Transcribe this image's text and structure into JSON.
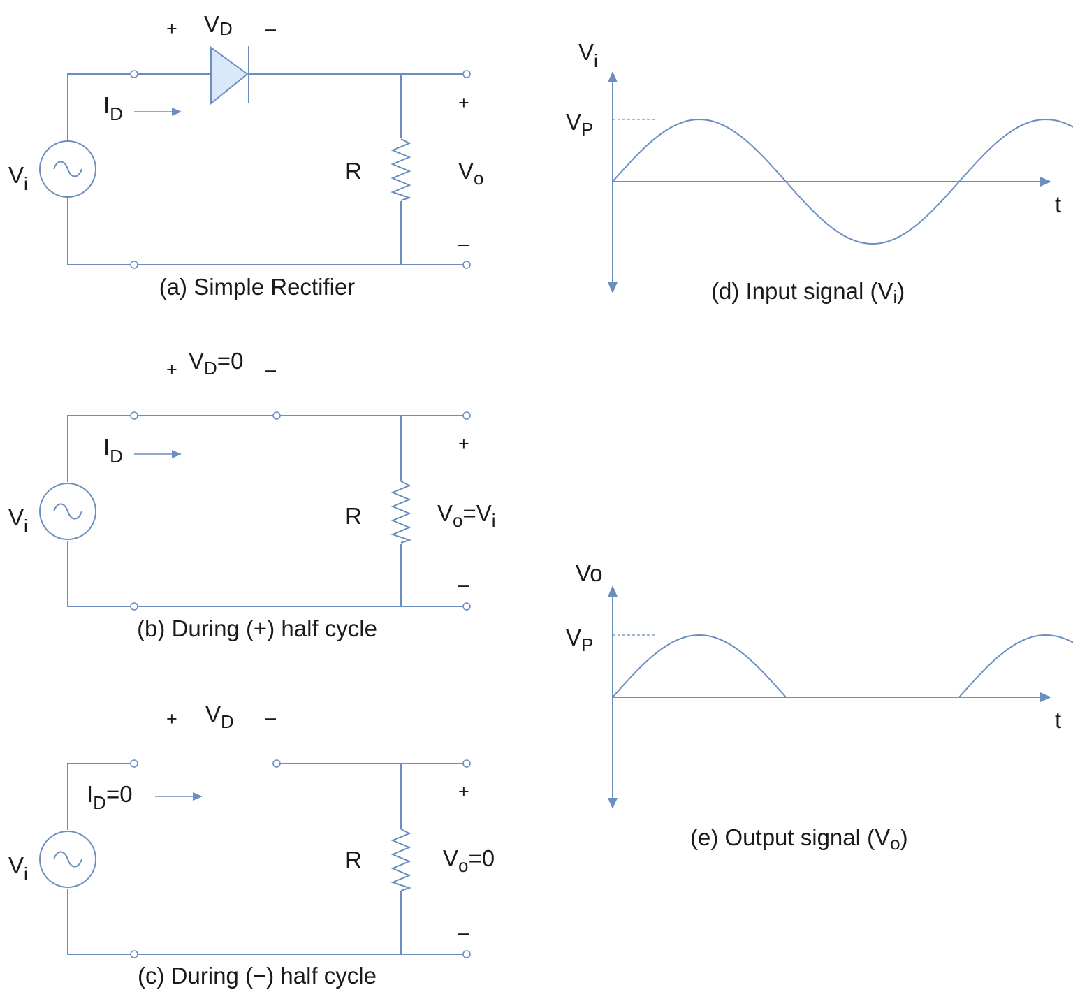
{
  "circuit_a": {
    "source": {
      "main": "V",
      "sub": "i"
    },
    "diode_voltage": {
      "main": "V",
      "sub": "D"
    },
    "plus": "+",
    "minus": "–",
    "current": {
      "main": "I",
      "sub": "D"
    },
    "resistor": "R",
    "output": {
      "main": "V",
      "sub": "o"
    },
    "out_plus": "+",
    "out_minus": "–",
    "caption": "(a) Simple Rectifier"
  },
  "circuit_b": {
    "source": {
      "main": "V",
      "sub": "i"
    },
    "diode_voltage": {
      "main": "V",
      "sub": "D",
      "tail": "=0"
    },
    "plus": "+",
    "minus": "–",
    "current": {
      "main": "I",
      "sub": "D"
    },
    "resistor": "R",
    "output": {
      "main": "V",
      "sub": "o",
      "mid": "=V",
      "sub2": "i"
    },
    "out_plus": "+",
    "out_minus": "–",
    "caption": "(b) During (+) half cycle"
  },
  "circuit_c": {
    "source": {
      "main": "V",
      "sub": "i"
    },
    "diode_voltage": {
      "main": "V",
      "sub": "D"
    },
    "plus": "+",
    "minus": "–",
    "current": {
      "main": "I",
      "sub": "D",
      "tail": "=0"
    },
    "resistor": "R",
    "output": {
      "main": "V",
      "sub": "o",
      "tail": "=0"
    },
    "out_plus": "+",
    "out_minus": "–",
    "caption": "(c) During (−) half cycle"
  },
  "graph_d": {
    "y_label": {
      "main": "V",
      "sub": "i"
    },
    "peak_label": {
      "main": "V",
      "sub": "P"
    },
    "x_label": "t",
    "caption": {
      "pre": "(d) Input signal (V",
      "sub": "i",
      "post": ")"
    }
  },
  "graph_e": {
    "y_label": "Vo",
    "peak_label": {
      "main": "V",
      "sub": "P"
    },
    "x_label": "t",
    "caption": {
      "pre": "(e) Output signal (V",
      "sub": "o",
      "post": ")"
    }
  },
  "colors": {
    "stroke": "#6c8ebf",
    "diode_fill": "#dae8fc",
    "text": "#1a1a1a"
  }
}
